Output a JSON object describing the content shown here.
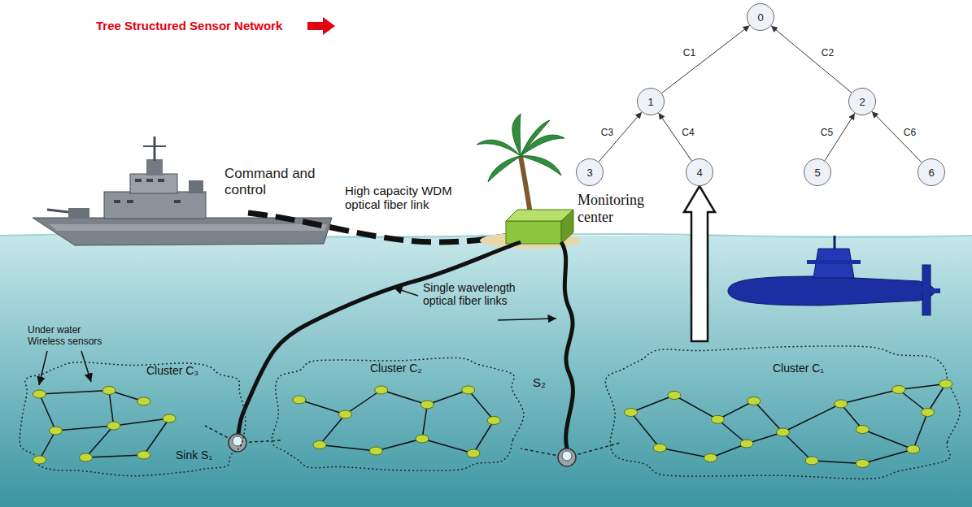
{
  "diagram": {
    "nodes": [
      {
        "text": [
          "0"
        ]
      },
      {
        "text": [
          "1"
        ]
      },
      {
        "text": [
          "2"
        ]
      },
      {
        "text": [
          "3"
        ]
      },
      {
        "text": [
          "4"
        ]
      },
      {
        "text": [
          "5"
        ]
      },
      {
        "text": [
          "6"
        ]
      },
      {
        "text": [
          "Cluster C₃"
        ]
      },
      {
        "text": [
          "Cluster C₂"
        ]
      },
      {
        "text": [
          "Cluster C₁"
        ]
      }
    ],
    "edges": [
      {
        "from": 1,
        "to": 0,
        "arrow": "to",
        "label": "C1"
      },
      {
        "from": 2,
        "to": 0,
        "arrow": "to",
        "label": "C2"
      },
      {
        "from": 3,
        "to": 1,
        "arrow": "to",
        "label": "C3"
      },
      {
        "from": 4,
        "to": 1,
        "arrow": "to",
        "label": "C4"
      },
      {
        "from": 5,
        "to": 2,
        "arrow": "to",
        "label": "C5"
      },
      {
        "from": 6,
        "to": 2,
        "arrow": "to",
        "label": "C6"
      },
      {
        "from": 9,
        "to": 4,
        "arrow": "to"
      }
    ],
    "labels": [
      "Tree Structured Sensor Network",
      "Command and control",
      "High capacity WDM optical fiber link",
      "Monitoring center",
      "Single wavelength optical fiber links",
      "Under water Wireless sensors",
      "Sink S₁",
      "S₂"
    ]
  }
}
